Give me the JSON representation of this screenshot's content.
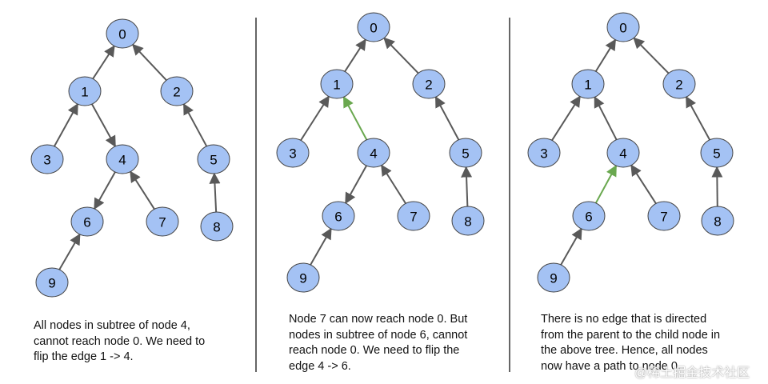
{
  "colors": {
    "node_fill": "#a4c2f4",
    "edge": "#595959",
    "highlight_edge": "#6aa84f",
    "divider": "#666666"
  },
  "panels": [
    {
      "nodes": [
        "0",
        "1",
        "2",
        "3",
        "4",
        "5",
        "6",
        "7",
        "8",
        "9"
      ],
      "edges": [
        {
          "from": "1",
          "to": "0",
          "highlight": false
        },
        {
          "from": "2",
          "to": "0",
          "highlight": false
        },
        {
          "from": "3",
          "to": "1",
          "highlight": false
        },
        {
          "from": "1",
          "to": "4",
          "highlight": false
        },
        {
          "from": "4",
          "to": "6",
          "highlight": false
        },
        {
          "from": "7",
          "to": "4",
          "highlight": false
        },
        {
          "from": "9",
          "to": "6",
          "highlight": false
        },
        {
          "from": "5",
          "to": "2",
          "highlight": false
        },
        {
          "from": "8",
          "to": "5",
          "highlight": false
        }
      ],
      "caption": [
        "All nodes in subtree of node 4,",
        "cannot reach node 0. We need to",
        "flip the edge 1 -> 4."
      ]
    },
    {
      "nodes": [
        "0",
        "1",
        "2",
        "3",
        "4",
        "5",
        "6",
        "7",
        "8",
        "9"
      ],
      "edges": [
        {
          "from": "1",
          "to": "0",
          "highlight": false
        },
        {
          "from": "2",
          "to": "0",
          "highlight": false
        },
        {
          "from": "3",
          "to": "1",
          "highlight": false
        },
        {
          "from": "4",
          "to": "1",
          "highlight": true
        },
        {
          "from": "4",
          "to": "6",
          "highlight": false
        },
        {
          "from": "7",
          "to": "4",
          "highlight": false
        },
        {
          "from": "9",
          "to": "6",
          "highlight": false
        },
        {
          "from": "5",
          "to": "2",
          "highlight": false
        },
        {
          "from": "8",
          "to": "5",
          "highlight": false
        }
      ],
      "caption": [
        "Node 7 can now reach node 0. But",
        "nodes in subtree of node 6, cannot",
        "reach node 0. We need to flip the",
        "edge 4 -> 6."
      ]
    },
    {
      "nodes": [
        "0",
        "1",
        "2",
        "3",
        "4",
        "5",
        "6",
        "7",
        "8",
        "9"
      ],
      "edges": [
        {
          "from": "1",
          "to": "0",
          "highlight": false
        },
        {
          "from": "2",
          "to": "0",
          "highlight": false
        },
        {
          "from": "3",
          "to": "1",
          "highlight": false
        },
        {
          "from": "4",
          "to": "1",
          "highlight": false
        },
        {
          "from": "6",
          "to": "4",
          "highlight": true
        },
        {
          "from": "7",
          "to": "4",
          "highlight": false
        },
        {
          "from": "9",
          "to": "6",
          "highlight": false
        },
        {
          "from": "5",
          "to": "2",
          "highlight": false
        },
        {
          "from": "8",
          "to": "5",
          "highlight": false
        }
      ],
      "caption": [
        "There is no edge that is directed",
        "from the parent to the child node in",
        "the above tree. Hence, all nodes",
        "now have a path to node 0."
      ]
    }
  ],
  "watermark": "@稀土掘金技术社区"
}
